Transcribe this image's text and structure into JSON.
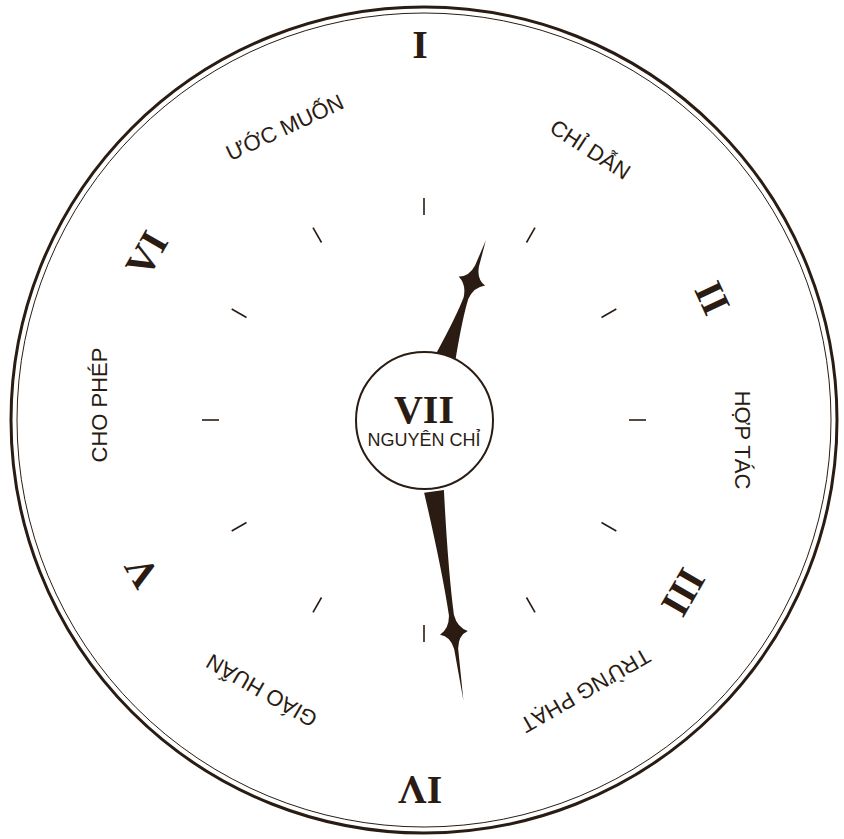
{
  "diagram": {
    "nodes": [
      {
        "text": [
          "VII",
          "NGUYÊN CHỈ"
        ]
      }
    ],
    "labels": [
      "I",
      "CHỈ DẪN",
      "II",
      "HỢP TÁC",
      "III",
      "TRỪNG PHẠT",
      "IV",
      "GIÁO HUẤN",
      "V",
      "CHO PHÉP",
      "VI",
      "ƯỚC MUỐN"
    ]
  }
}
